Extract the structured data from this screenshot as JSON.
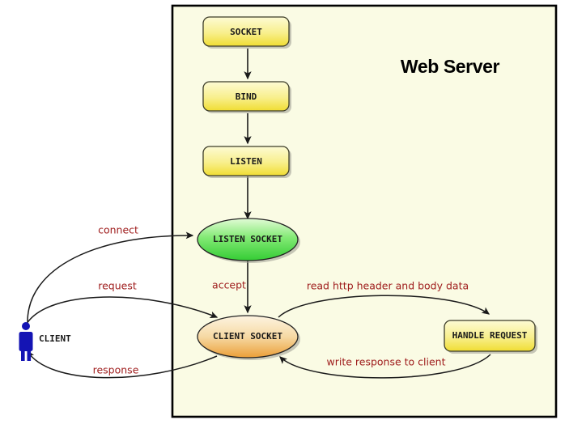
{
  "panel": {
    "title": "Web Server",
    "background_color": "#fafbe4",
    "border_color": "#000000"
  },
  "colors": {
    "process_box_top": "#fdfbd0",
    "process_box_bottom": "#f2e03c",
    "process_box_border": "#3c3c28",
    "listen_socket_top": "#d6f7c8",
    "listen_socket_bottom": "#3ad23a",
    "client_socket_top": "#fbf0d8",
    "client_socket_bottom": "#eea33f",
    "edge_label_text": "#9e1b1b",
    "edge_stroke": "#1a1a1a",
    "actor": "#1414b4",
    "node_text": "#1a1a1a"
  },
  "actor": {
    "name": "CLIENT",
    "icon": "person-icon"
  },
  "nodes": [
    {
      "id": "socket",
      "label": "SOCKET",
      "shape": "rounded-rect"
    },
    {
      "id": "bind",
      "label": "BIND",
      "shape": "rounded-rect"
    },
    {
      "id": "listen",
      "label": "LISTEN",
      "shape": "rounded-rect"
    },
    {
      "id": "listen_socket",
      "label": "LISTEN SOCKET",
      "shape": "ellipse"
    },
    {
      "id": "client_socket",
      "label": "CLIENT SOCKET",
      "shape": "ellipse"
    },
    {
      "id": "handle_request",
      "label": "HANDLE REQUEST",
      "shape": "rounded-rect"
    }
  ],
  "edges": [
    {
      "id": "socket-bind",
      "label": "",
      "from": "socket",
      "to": "bind"
    },
    {
      "id": "bind-listen",
      "label": "",
      "from": "bind",
      "to": "listen"
    },
    {
      "id": "listen-listen_socket",
      "label": "",
      "from": "listen",
      "to": "listen_socket"
    },
    {
      "id": "connect",
      "label": "connect",
      "from": "client",
      "to": "listen_socket"
    },
    {
      "id": "accept",
      "label": "accept",
      "from": "listen_socket",
      "to": "client_socket"
    },
    {
      "id": "request",
      "label": "request",
      "from": "client",
      "to": "client_socket"
    },
    {
      "id": "response",
      "label": "response",
      "from": "client_socket",
      "to": "client"
    },
    {
      "id": "read",
      "label": "read http header and body data",
      "from": "client_socket",
      "to": "handle_request"
    },
    {
      "id": "write",
      "label": "write response to client",
      "from": "handle_request",
      "to": "client_socket"
    }
  ]
}
